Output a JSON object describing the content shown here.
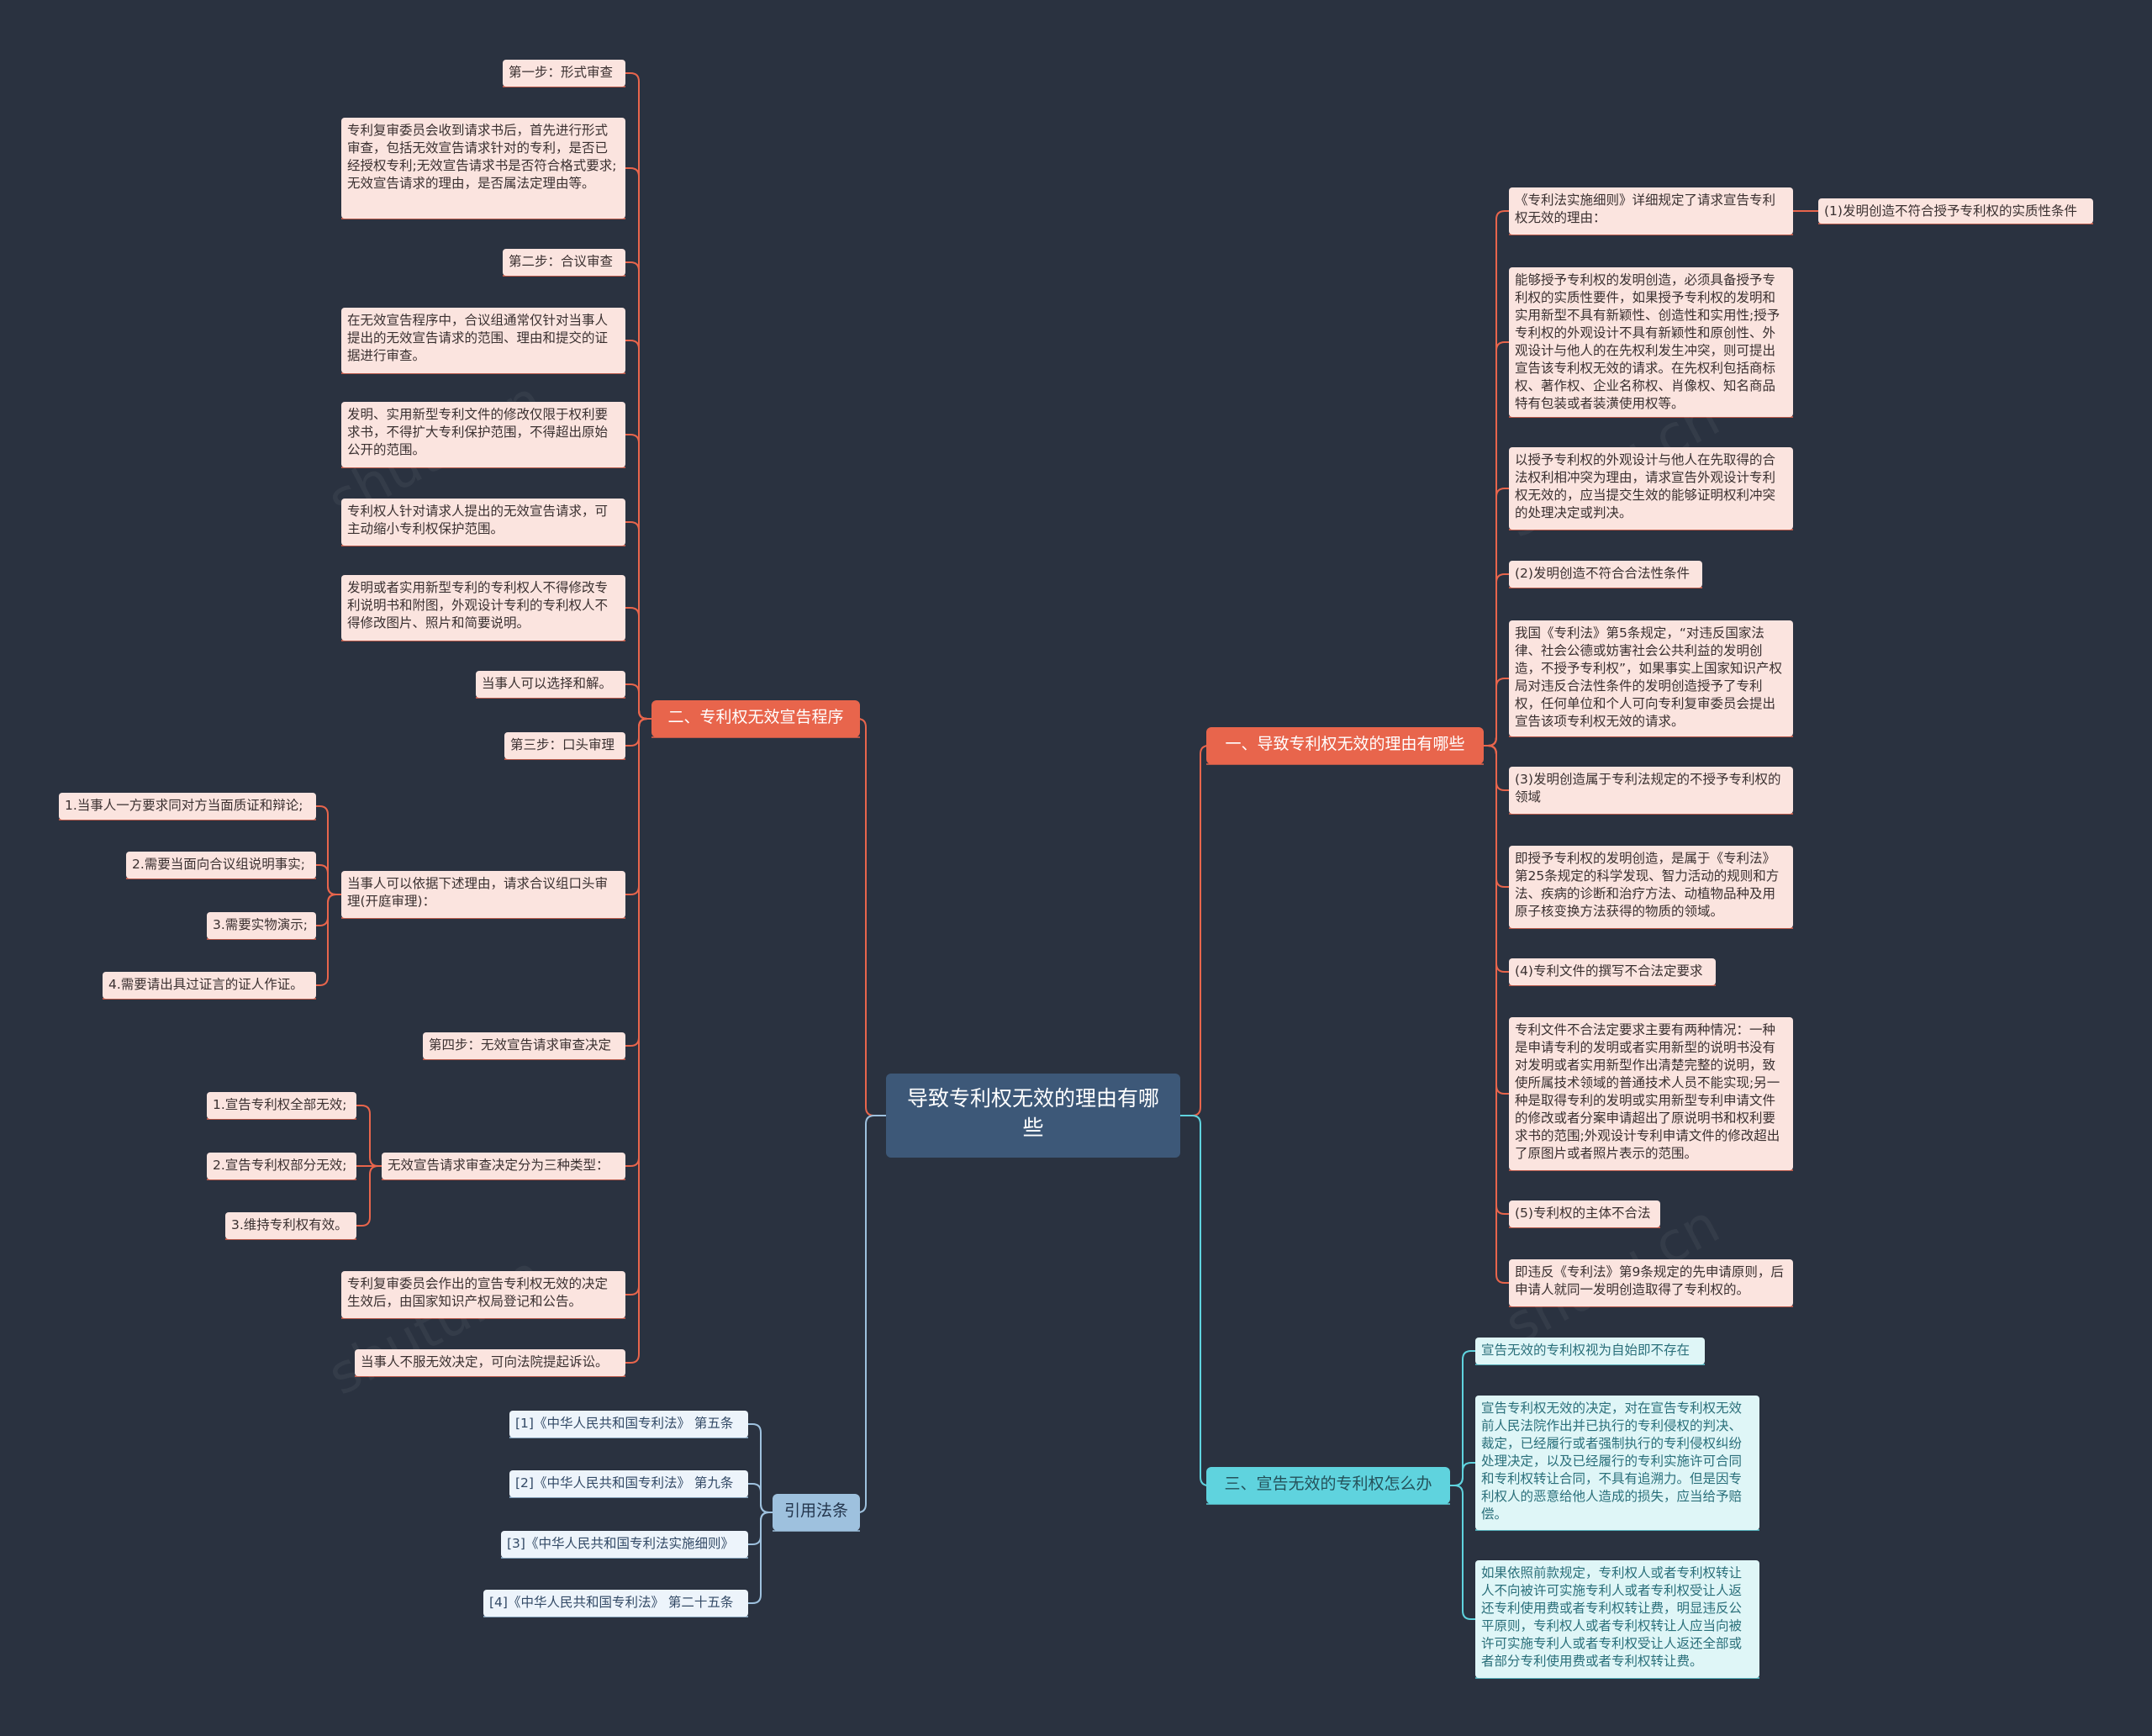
{
  "root": {
    "title": "导致专利权无效的理由有哪些"
  },
  "branch_reasons": {
    "label": "一、导致专利权无效的理由有哪些",
    "items": [
      "《专利法实施细则》详细规定了请求宣告专利权无效的理由：",
      "(1)发明创造不符合授予专利权的实质性条件",
      "能够授予专利权的发明创造，必须具备授予专利权的实质性要件，如果授予专利权的发明和实用新型不具有新颖性、创造性和实用性;授予专利权的外观设计不具有新颖性和原创性、外观设计与他人的在先权利发生冲突，则可提出宣告该专利权无效的请求。在先权利包括商标权、著作权、企业名称权、肖像权、知名商品特有包装或者装潢使用权等。",
      "以授予专利权的外观设计与他人在先取得的合法权利相冲突为理由，请求宣告外观设计专利权无效的，应当提交生效的能够证明权利冲突的处理决定或判决。",
      "(2)发明创造不符合合法性条件",
      "我国《专利法》第5条规定，“对违反国家法律、社会公德或妨害社会公共利益的发明创造，不授予专利权”，如果事实上国家知识产权局对违反合法性条件的发明创造授予了专利权，任何单位和个人可向专利复审委员会提出宣告该项专利权无效的请求。",
      "(3)发明创造属于专利法规定的不授予专利权的领域",
      "即授予专利权的发明创造，是属于《专利法》第25条规定的科学发现、智力活动的规则和方法、疾病的诊断和治疗方法、动植物品种及用原子核变换方法获得的物质的领域。",
      "(4)专利文件的撰写不合法定要求",
      "专利文件不合法定要求主要有两种情况：一种是申请专利的发明或者实用新型的说明书没有对发明或者实用新型作出清楚完整的说明，致使所属技术领域的普通技术人员不能实现;另一种是取得专利的发明或实用新型专利申请文件的修改或者分案申请超出了原说明书和权利要求书的范围;外观设计专利申请文件的修改超出了原图片或者照片表示的范围。",
      "(5)专利权的主体不合法",
      "即违反《专利法》第9条规定的先申请原则，后申请人就同一发明创造取得了专利权的。"
    ]
  },
  "branch_procedure": {
    "label": "二、专利权无效宣告程序",
    "items": [
      "第一步：形式审查",
      "专利复审委员会收到请求书后，首先进行形式审查，包括无效宣告请求针对的专利，是否已经授权专利;无效宣告请求书是否符合格式要求;无效宣告请求的理由，是否属法定理由等。",
      "第二步：合议审查",
      "在无效宣告程序中，合议组通常仅针对当事人提出的无效宣告请求的范围、理由和提交的证据进行审查。",
      "发明、实用新型专利文件的修改仅限于权利要求书，不得扩大专利保护范围，不得超出原始公开的范围。",
      "专利权人针对请求人提出的无效宣告请求，可主动缩小专利权保护范围。",
      "发明或者实用新型专利的专利权人不得修改专利说明书和附图，外观设计专利的专利权人不得修改图片、照片和简要说明。",
      "当事人可以选择和解。",
      "第三步：口头审理",
      "当事人可以依据下述理由，请求合议组口头审理(开庭审理)：",
      "第四步：无效宣告请求审查决定",
      "无效宣告请求审查决定分为三种类型：",
      "专利复审委员会作出的宣告专利权无效的决定生效后，由国家知识产权局登记和公告。",
      "当事人不服无效决定，可向法院提起诉讼。"
    ],
    "oral_reasons": [
      "1.当事人一方要求同对方当面质证和辩论;",
      "2.需要当面向合议组说明事实;",
      "3.需要实物演示;",
      "4.需要请出具过证言的证人作证。"
    ],
    "decision_types": [
      "1.宣告专利权全部无效;",
      "2.宣告专利权部分无效;",
      "3.维持专利权有效。"
    ]
  },
  "branch_after": {
    "label": "三、宣告无效的专利权怎么办",
    "items": [
      "宣告无效的专利权视为自始即不存在",
      "宣告专利权无效的决定，对在宣告专利权无效前人民法院作出并已执行的专利侵权的判决、裁定，已经履行或者强制执行的专利侵权纠纷处理决定，以及已经履行的专利实施许可合同和专利权转让合同，不具有追溯力。但是因专利权人的恶意给他人造成的损失，应当给予赔偿。",
      "如果依照前款规定，专利权人或者专利权转让人不向被许可实施专利人或者专利权受让人返还专利使用费或者专利权转让费，明显违反公平原则，专利权人或者专利权转让人应当向被许可实施专利人或者专利权受让人返还全部或者部分专利使用费或者专利权转让费。"
    ]
  },
  "branch_refs": {
    "label": "引用法条",
    "items": [
      "[1]《中华人民共和国专利法》 第五条",
      "[2]《中华人民共和国专利法》 第九条",
      "[3]《中华人民共和国专利法实施细则》",
      "[4]《中华人民共和国专利法》 第二十五条"
    ]
  },
  "colors": {
    "background": "#2a3240",
    "root": "#3d5878",
    "branch_red": "#e8654c",
    "branch_cyan": "#5fd3de",
    "branch_blue": "#9ec1de",
    "leaf_red": "#fbe4df",
    "leaf_cyan": "#dff6f7",
    "leaf_blue": "#edf4fb"
  }
}
